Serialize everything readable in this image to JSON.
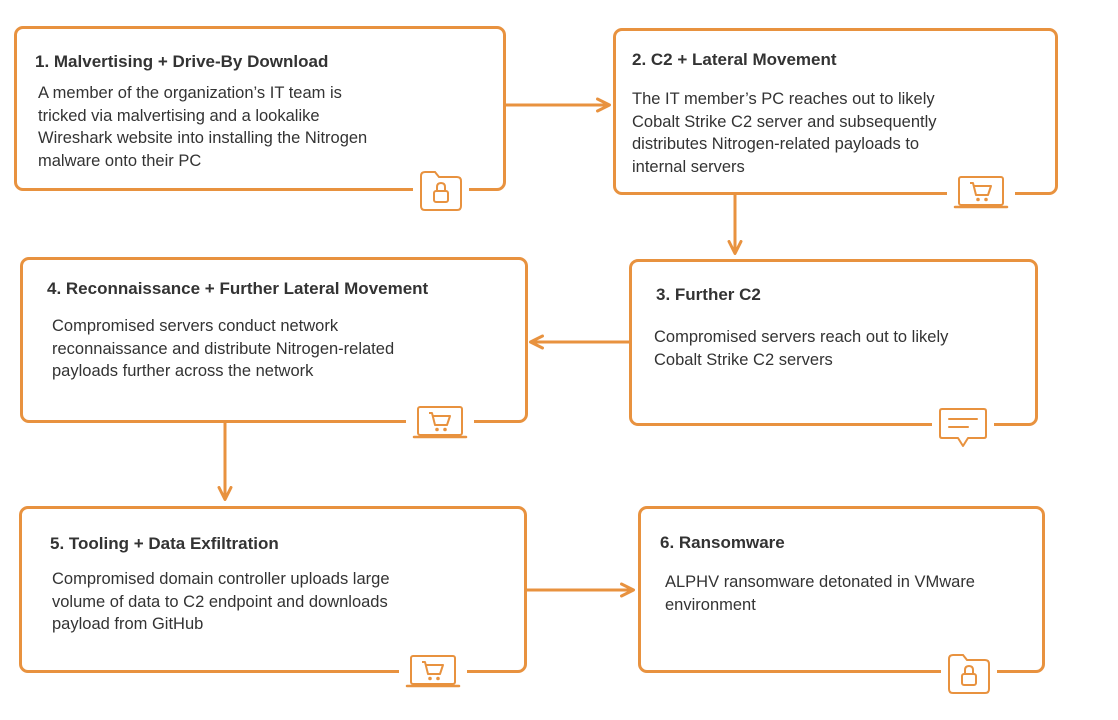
{
  "steps": [
    {
      "title": "1. Malvertising + Drive-By Download",
      "lines": [
        "A member of the organization’s IT team is",
        "tricked via malvertising and a lookalike",
        "Wireshark website into installing the Nitrogen",
        "malware onto their PC"
      ],
      "icon": "folder-lock-icon"
    },
    {
      "title": "2. C2 + Lateral Movement",
      "lines": [
        "The IT member’s PC reaches out to likely",
        "Cobalt Strike C2 server and subsequently",
        "distributes Nitrogen-related payloads to",
        "internal servers"
      ],
      "icon": "laptop-cart-icon"
    },
    {
      "title": "3. Further C2",
      "lines": [
        "Compromised servers reach out to likely",
        "Cobalt Strike C2 servers"
      ],
      "icon": "chat-bubble-icon"
    },
    {
      "title": "4. Reconnaissance + Further Lateral Movement",
      "lines": [
        "Compromised servers conduct network",
        "reconnaissance and distribute Nitrogen-related",
        "payloads further across the network"
      ],
      "icon": "laptop-cart-icon"
    },
    {
      "title": "5. Tooling + Data Exfiltration",
      "lines": [
        "Compromised domain controller uploads large",
        "volume of data to C2 endpoint and downloads",
        "payload from GitHub"
      ],
      "icon": "laptop-cart-icon"
    },
    {
      "title": "6. Ransomware",
      "lines": [
        "ALPHV ransomware detonated in VMware",
        "environment"
      ],
      "icon": "folder-lock-icon"
    }
  ],
  "colors": {
    "accent": "#E8923F",
    "text": "#333333"
  }
}
